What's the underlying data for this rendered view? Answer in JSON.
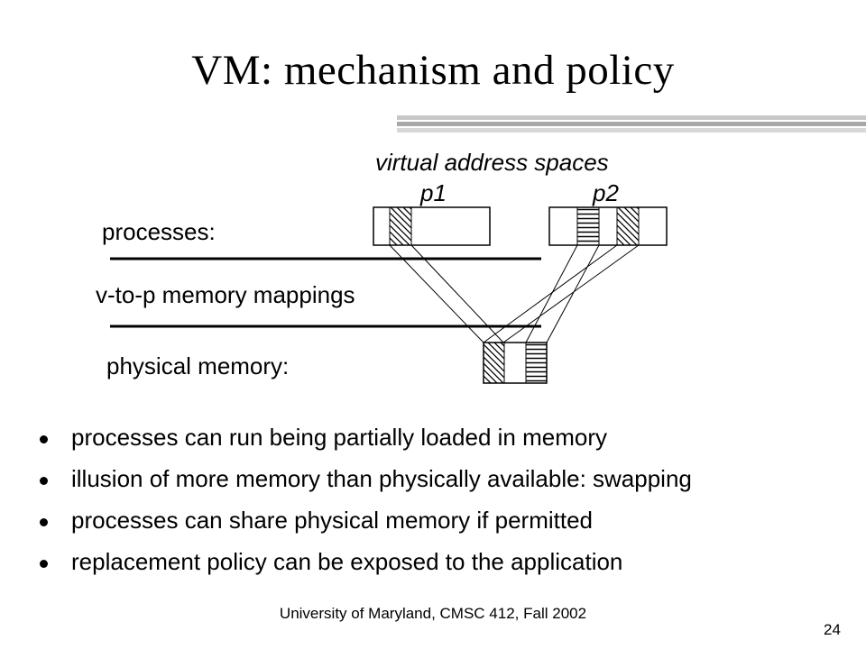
{
  "slide": {
    "title": "VM: mechanism and policy",
    "footer": "University of Maryland, CMSC 412, Fall 2002",
    "page_number": "24"
  },
  "diagram": {
    "header": "virtual address spaces",
    "p1_label": "p1",
    "p2_label": "p2",
    "processes_label": "processes:",
    "mappings_label": "v-to-p memory mappings",
    "physical_label": "physical memory:"
  },
  "bullets": [
    "processes can run being partially loaded in memory",
    "illusion of more memory than physically available: swapping",
    "processes can share physical memory if permitted",
    "replacement policy can be exposed to the application"
  ]
}
